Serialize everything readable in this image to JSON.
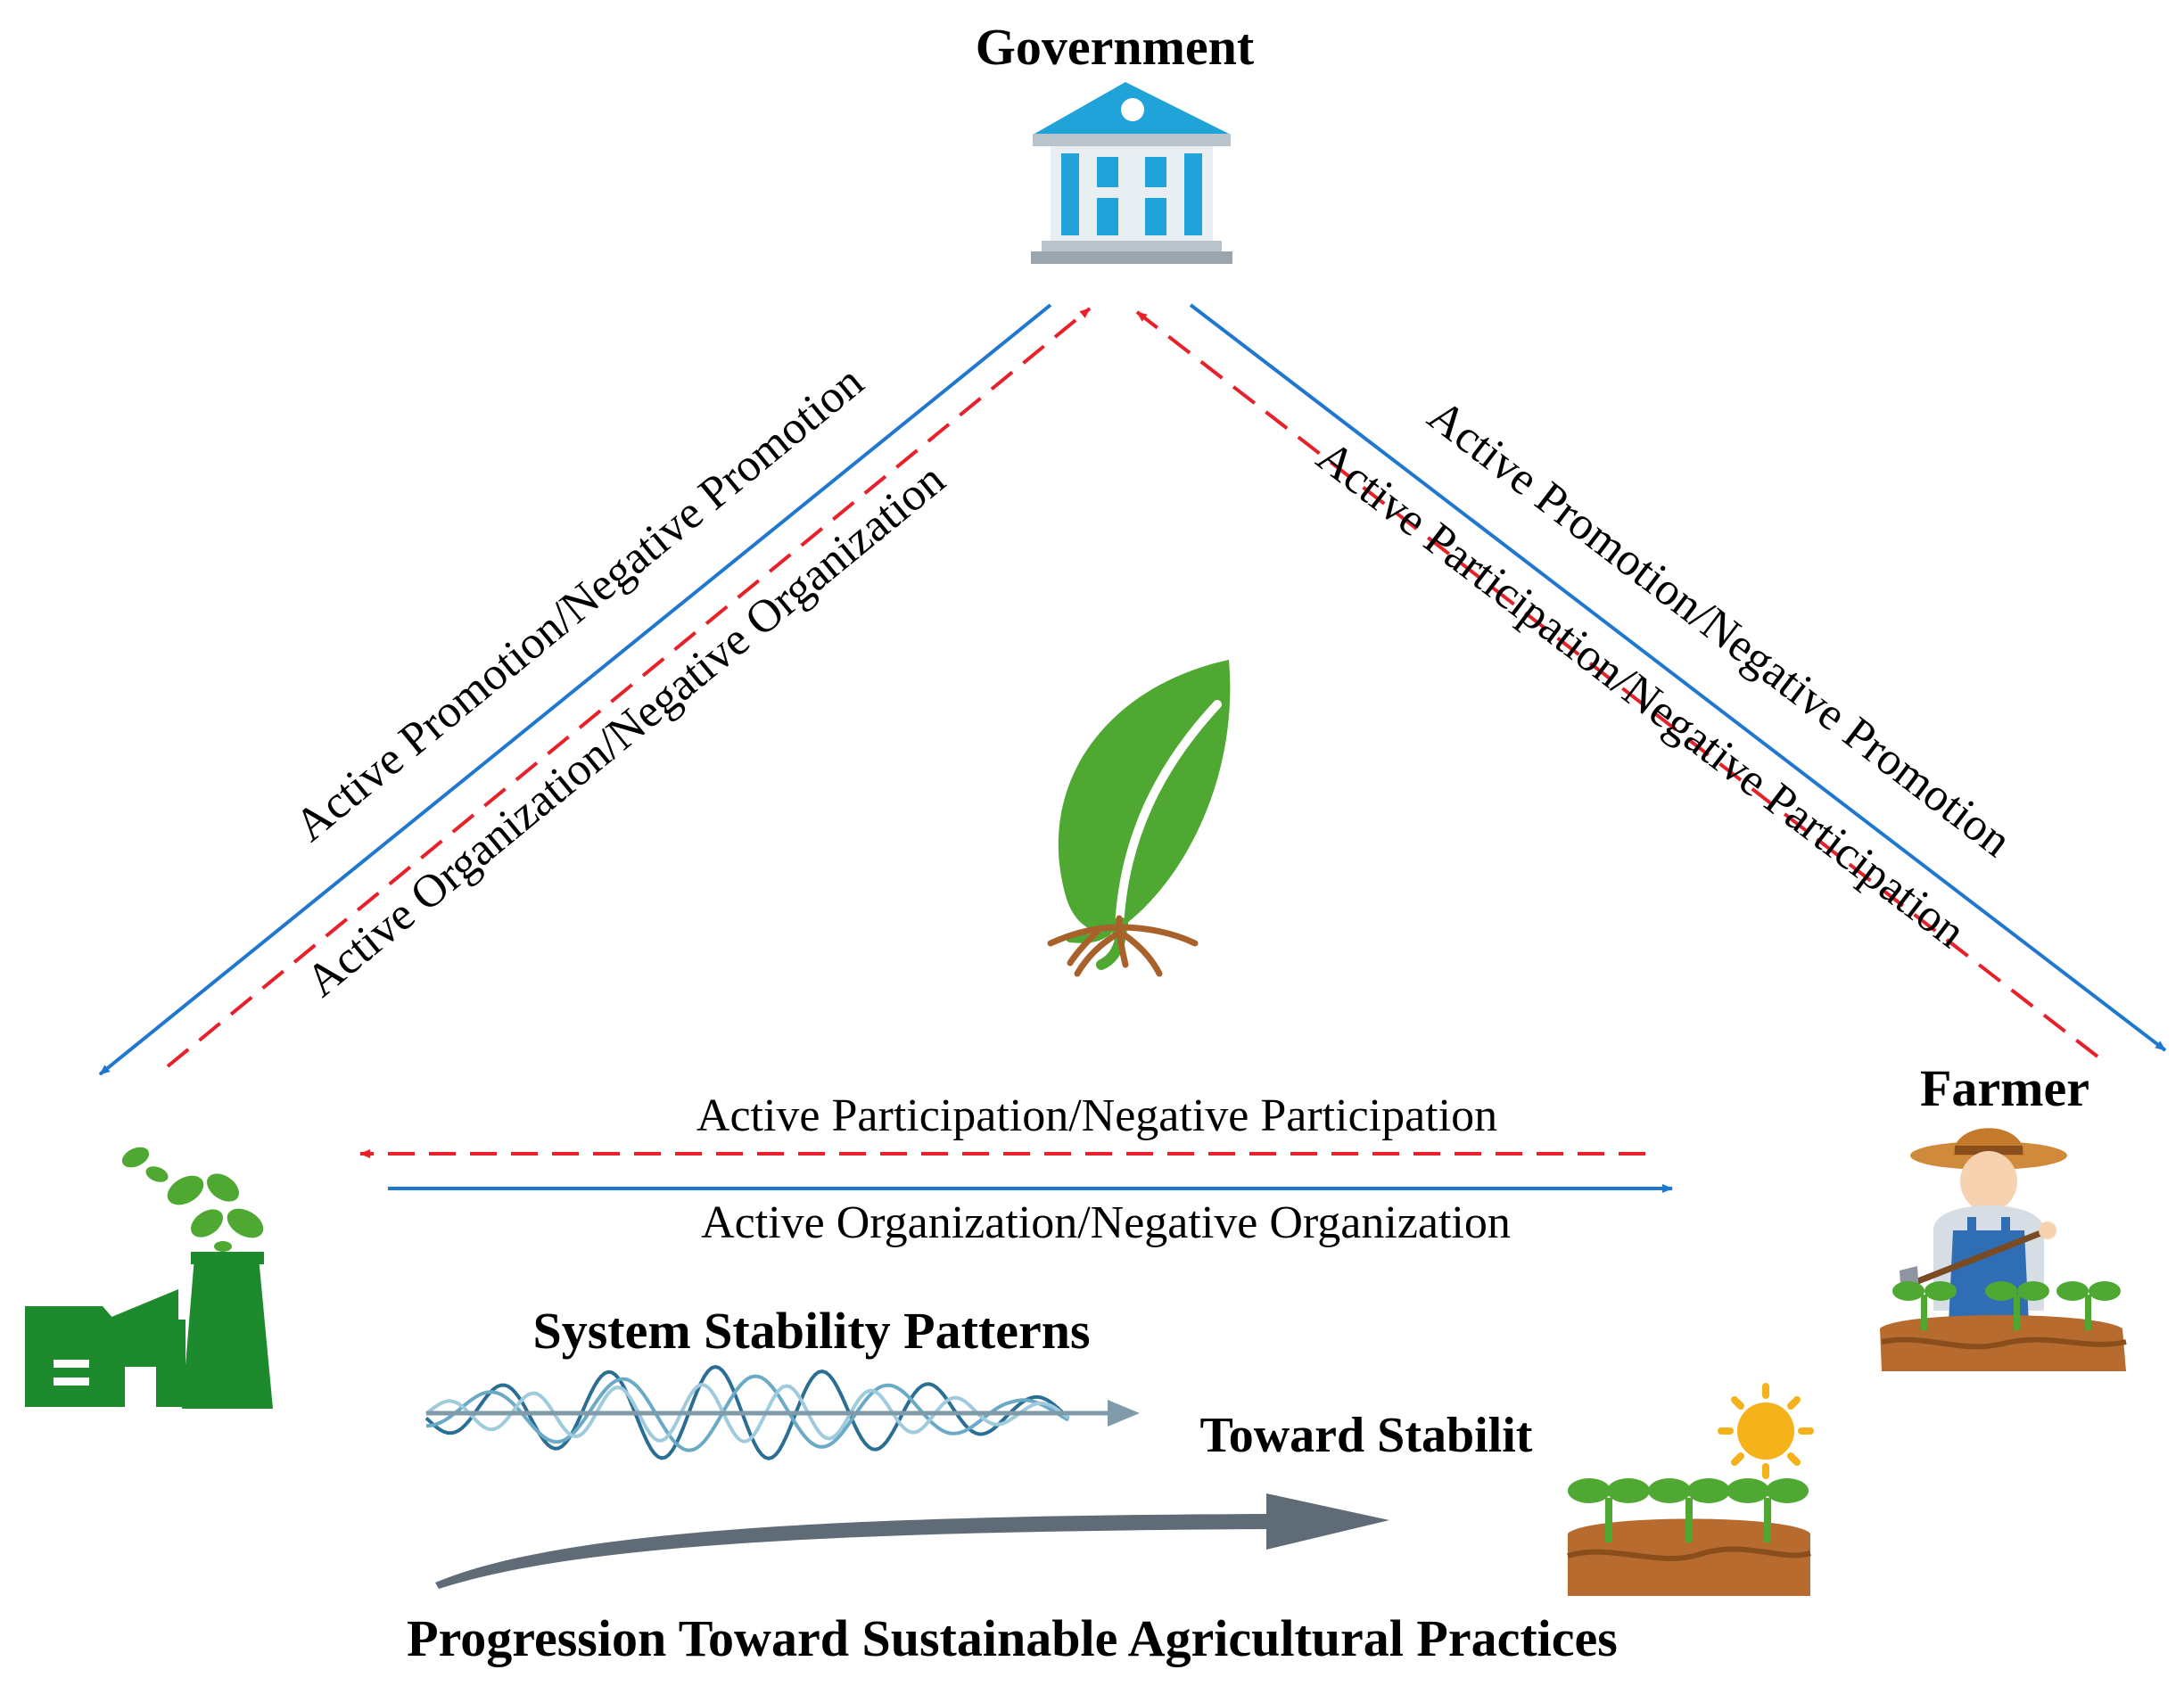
{
  "nodes": {
    "government": {
      "label": "Government"
    },
    "farmer": {
      "label": "Farmer"
    },
    "enterprise": {
      "label": ""
    }
  },
  "edges": {
    "gov_to_ent": "Active Promotion/Negative Promotion",
    "ent_to_gov": "Active Organization/Negative Organization",
    "gov_to_farmer": "Active Promotion/Negative Promotion",
    "farmer_to_gov": "Active Participation/Negative Participation",
    "farmer_to_ent": "Active Participation/Negative Participation",
    "ent_to_farmer": "Active Organization/Negative Organization"
  },
  "stability": {
    "patterns_title": "System Stability Patterns",
    "toward_label": "Toward Stabilit",
    "progression_title": "Progression Toward Sustainable Agricultural Practices"
  },
  "icons": {
    "government": "government-building-icon",
    "center": "sprout-leaf-icon",
    "enterprise": "eco-factory-icon",
    "farmer": "farmer-icon",
    "crops": "crops-sun-icon",
    "waves": "oscillating-waves-icon",
    "progress": "progress-arrow-icon"
  },
  "colors": {
    "blue_arrow": "#1f77cf",
    "red_arrow": "#e8202a",
    "leaf_green": "#4ea832",
    "factory_green": "#1e8a2e",
    "building_blue": "#1fa3d9",
    "soil_brown": "#a8612a",
    "progress_gray": "#5f6b76"
  }
}
